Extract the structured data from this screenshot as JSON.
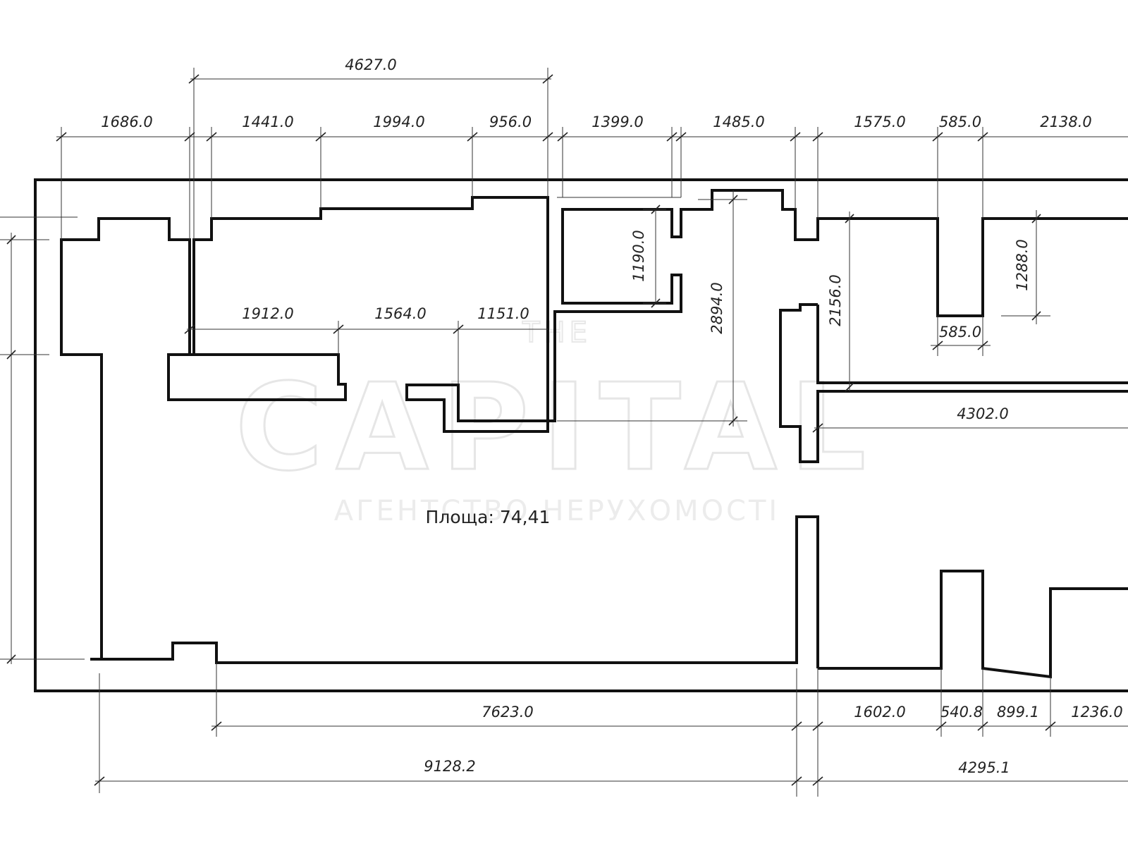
{
  "watermark": {
    "top": "THE",
    "main": "CAPITAL",
    "sub": "АГЕНТСТВО НЕРУХОМОСТІ"
  },
  "area_label": "Площа: 74,41",
  "dimensions": {
    "top_overall": "4627.0",
    "top_1686": "1686.0",
    "top_1441": "1441.0",
    "top_1994": "1994.0",
    "top_956": "956.0",
    "top_1399": "1399.0",
    "top_1485": "1485.0",
    "top_1575": "1575.0",
    "top_585": "585.0",
    "top_2138": "2138.0",
    "mid_1912": "1912.0",
    "mid_1564": "1564.0",
    "mid_1151": "1151.0",
    "v_1190": "1190.0",
    "v_2894": "2894.0",
    "v_2156": "2156.0",
    "v_1288": "1288.0",
    "mid_585": "585.0",
    "mid_4302": "4302.0",
    "bot_7623": "7623.0",
    "bot_1602": "1602.0",
    "bot_540": "540.8",
    "bot_899": "899.1",
    "bot_1236": "1236.0",
    "bot_9128": "9128.2",
    "bot_4295": "4295.1"
  }
}
